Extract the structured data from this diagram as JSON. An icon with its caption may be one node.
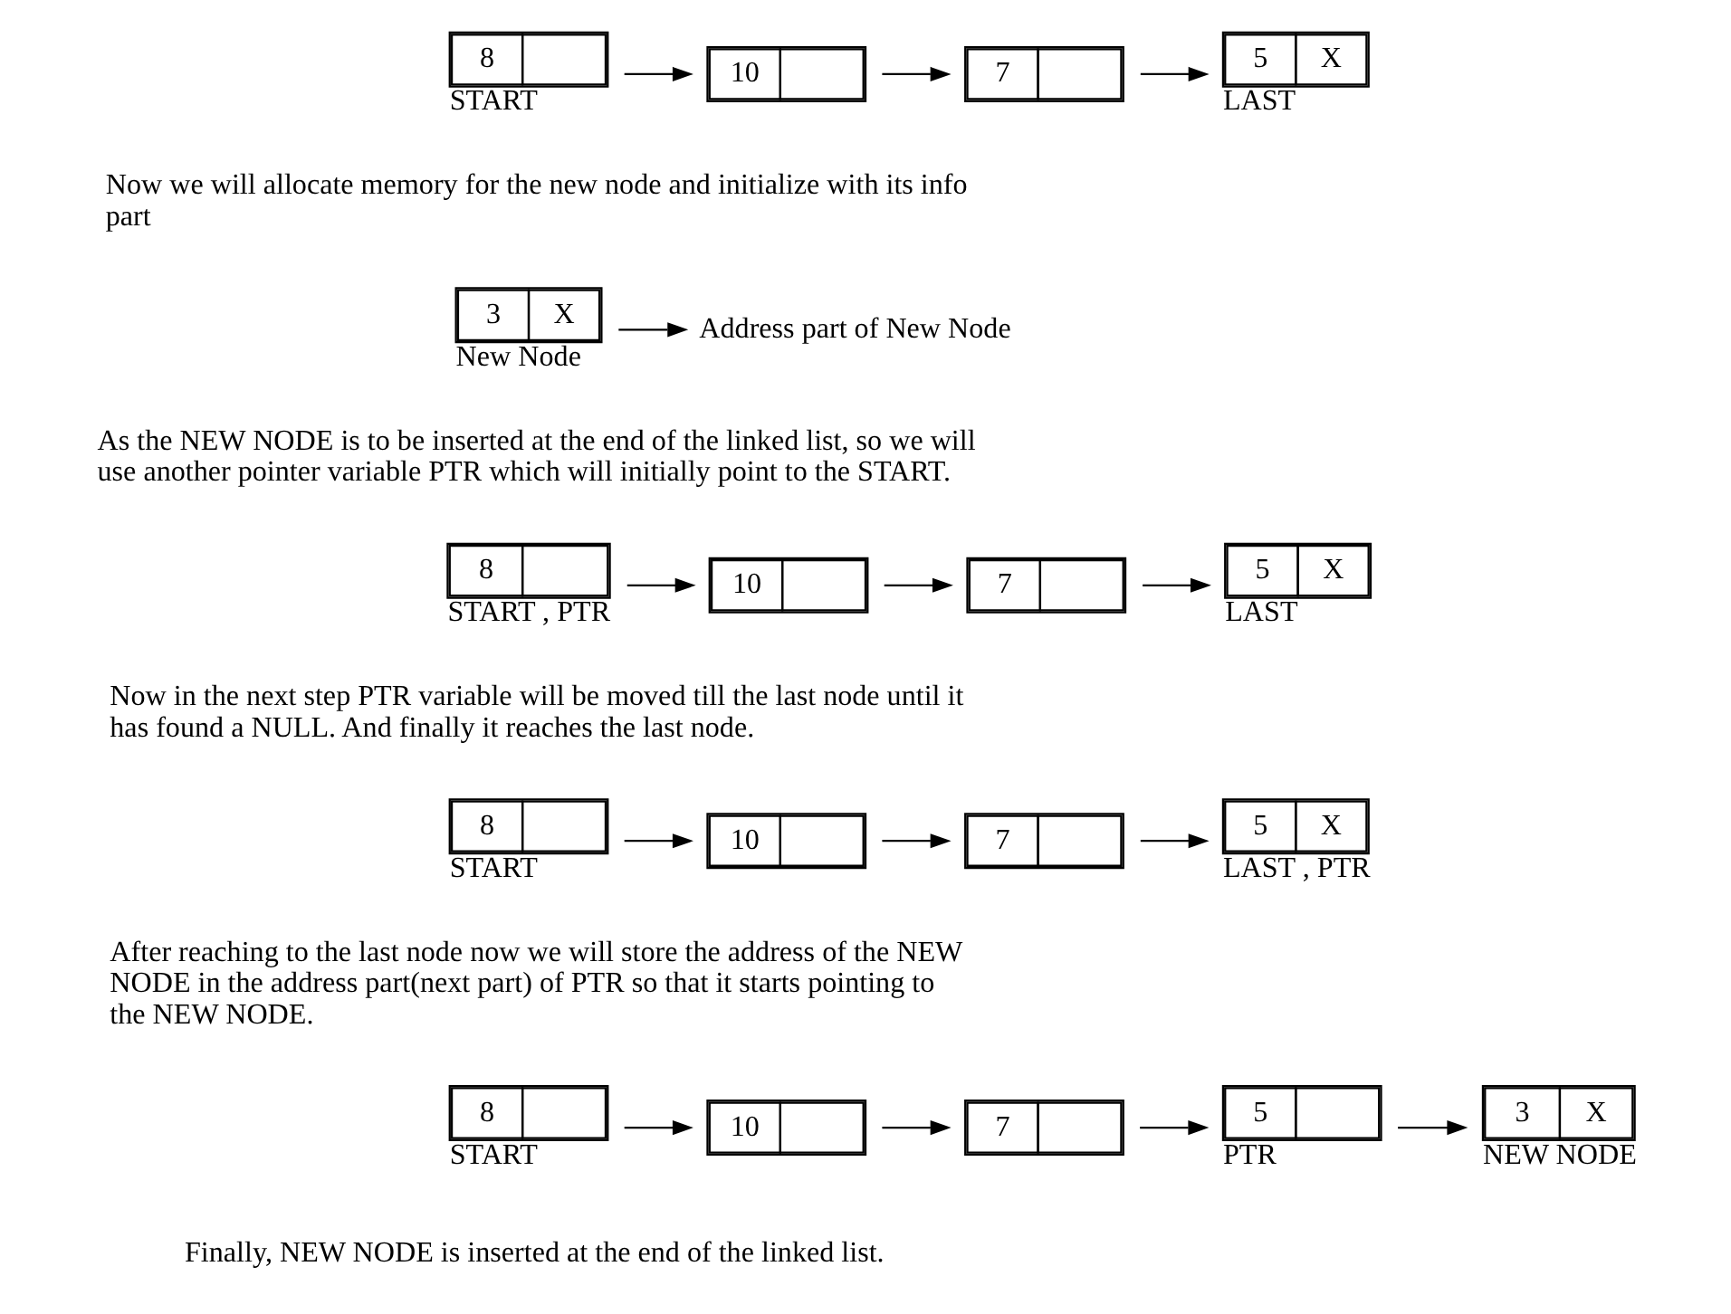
{
  "diagram": {
    "nodes": [
      {
        "text": [
          "8"
        ],
        "beside": [
          "START"
        ]
      },
      {
        "text": [
          "10"
        ]
      },
      {
        "text": [
          "7"
        ]
      },
      {
        "text": [
          "5",
          "X"
        ],
        "beside": [
          "LAST"
        ]
      },
      {
        "text": [
          "3",
          "X"
        ],
        "beside": [
          "New Node"
        ]
      },
      {
        "text": [
          "Address part of New Node"
        ]
      },
      {
        "text": [
          "8"
        ],
        "beside": [
          "START , PTR"
        ]
      },
      {
        "text": [
          "10"
        ]
      },
      {
        "text": [
          "7"
        ]
      },
      {
        "text": [
          "5",
          "X"
        ],
        "beside": [
          "LAST"
        ]
      },
      {
        "text": [
          "8"
        ],
        "beside": [
          "START"
        ]
      },
      {
        "text": [
          "10"
        ]
      },
      {
        "text": [
          "7"
        ]
      },
      {
        "text": [
          "5",
          "X"
        ],
        "beside": [
          "LAST , PTR"
        ]
      },
      {
        "text": [
          "8"
        ],
        "beside": [
          "START"
        ]
      },
      {
        "text": [
          "10"
        ]
      },
      {
        "text": [
          "7"
        ]
      },
      {
        "text": [
          "5"
        ],
        "beside": [
          "PTR"
        ]
      },
      {
        "text": [
          "3",
          "X"
        ],
        "beside": [
          "NEW NODE"
        ]
      }
    ],
    "edges": [
      {
        "from": 0,
        "to": 1,
        "arrow": "to"
      },
      {
        "from": 1,
        "to": 2,
        "arrow": "to"
      },
      {
        "from": 2,
        "to": 3,
        "arrow": "to"
      },
      {
        "from": 4,
        "to": 5,
        "arrow": "to"
      },
      {
        "from": 6,
        "to": 7,
        "arrow": "to"
      },
      {
        "from": 7,
        "to": 8,
        "arrow": "to"
      },
      {
        "from": 8,
        "to": 9,
        "arrow": "to"
      },
      {
        "from": 10,
        "to": 11,
        "arrow": "to"
      },
      {
        "from": 11,
        "to": 12,
        "arrow": "to"
      },
      {
        "from": 12,
        "to": 13,
        "arrow": "to"
      },
      {
        "from": 14,
        "to": 15,
        "arrow": "to"
      },
      {
        "from": 15,
        "to": 16,
        "arrow": "to"
      },
      {
        "from": 16,
        "to": 17,
        "arrow": "to"
      },
      {
        "from": 17,
        "to": 18,
        "arrow": "to"
      }
    ],
    "labels": [
      "Now we will allocate memory for the new node and initialize with its info part",
      "As the NEW NODE is to be inserted at the end of the linked list, so we will use another pointer variable PTR which will initially point to the START.",
      "Now in the next step PTR variable will be moved till the last node until it has found a NULL. And finally it reaches the last node.",
      "After reaching to the last node now we will store the address of the NEW NODE in the address part(next part) of PTR so that it starts pointing to the NEW NODE.",
      "Finally, NEW NODE is inserted at the end of the linked list."
    ]
  }
}
